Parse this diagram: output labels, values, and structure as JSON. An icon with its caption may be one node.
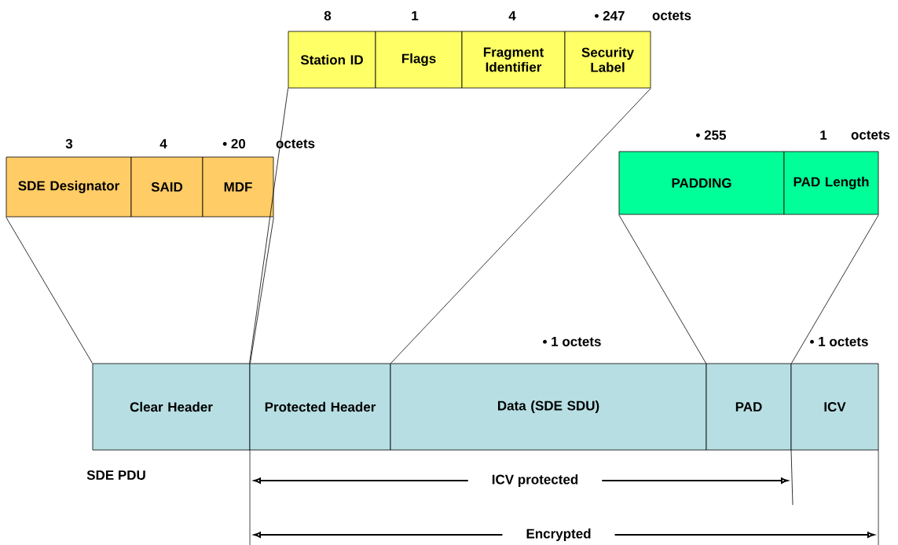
{
  "diagram": {
    "nodes": [
      {
        "text": [
          "Station ID"
        ],
        "beside": [
          "8"
        ]
      },
      {
        "text": [
          "Flags"
        ],
        "beside": [
          "1"
        ]
      },
      {
        "text": [
          "Fragment Identifier"
        ],
        "beside": [
          "4"
        ]
      },
      {
        "text": [
          "Security Label"
        ],
        "beside": [
          "• 247"
        ]
      },
      {
        "text": [
          "SDE Designator"
        ],
        "beside": [
          "3"
        ]
      },
      {
        "text": [
          "SAID"
        ],
        "beside": [
          "4"
        ]
      },
      {
        "text": [
          "MDF"
        ],
        "beside": [
          "• 20"
        ]
      },
      {
        "text": [
          "PADDING"
        ],
        "beside": [
          "• 255"
        ]
      },
      {
        "text": [
          "PAD Length"
        ],
        "beside": [
          "1"
        ]
      },
      {
        "text": [
          "Clear Header"
        ]
      },
      {
        "text": [
          "Protected Header"
        ]
      },
      {
        "text": [
          "Data (SDE SDU)"
        ],
        "beside": [
          "• 1 octets"
        ]
      },
      {
        "text": [
          "PAD"
        ]
      },
      {
        "text": [
          "ICV"
        ],
        "beside": [
          "• 1 octets"
        ]
      }
    ],
    "edges": [
      {
        "from": 9,
        "to": 4,
        "arrow": "none"
      },
      {
        "from": 9,
        "to": 6,
        "arrow": "none"
      },
      {
        "from": 10,
        "to": 0,
        "arrow": "none"
      },
      {
        "from": 10,
        "to": 3,
        "arrow": "none"
      },
      {
        "from": 12,
        "to": 7,
        "arrow": "none"
      },
      {
        "from": 12,
        "to": 8,
        "arrow": "none"
      }
    ],
    "labels": [
      "octets",
      "octets",
      "octets",
      "SDE PDU",
      "ICV protected",
      "Encrypted"
    ]
  }
}
